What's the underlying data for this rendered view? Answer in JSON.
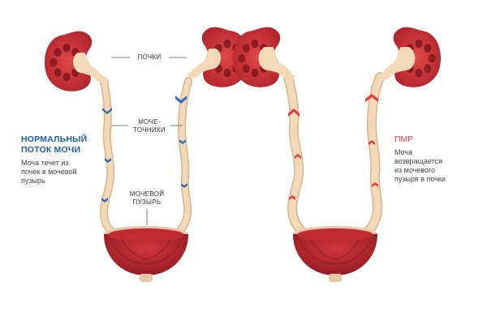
{
  "labels": {
    "kidneys": "ПОЧКИ",
    "ureters_line1": "МОЧЕ-",
    "ureters_line2": "ТОЧНИКИ",
    "bladder_line1": "МОЧЕВОЙ",
    "bladder_line2": "ПУЗЫРЬ"
  },
  "normal": {
    "title_line1": "НОРМАЛЬНЫЙ",
    "title_line2": "ПОТОК МОЧИ",
    "desc_line1": "Моча течет из",
    "desc_line2": "почек в мочевой",
    "desc_line3": "пузырь"
  },
  "vur": {
    "title": "ПМР",
    "desc_line1": "Моча",
    "desc_line2": "возвращается",
    "desc_line3": "из мочевого",
    "desc_line4": "пузыря в почки"
  },
  "colors": {
    "kidney": "#c8323a",
    "kidney_dark": "#8e1a22",
    "ureter": "#f3d9b8",
    "ureter_edge": "#d9b48c",
    "valve_normal": "#2f6bb5",
    "valve_reflux": "#e23a3a",
    "bladder": "#b8242c",
    "bladder_rim": "#e6c7a8",
    "normal_heading": "#1f5ea8",
    "vur_heading": "#e23a3a"
  }
}
